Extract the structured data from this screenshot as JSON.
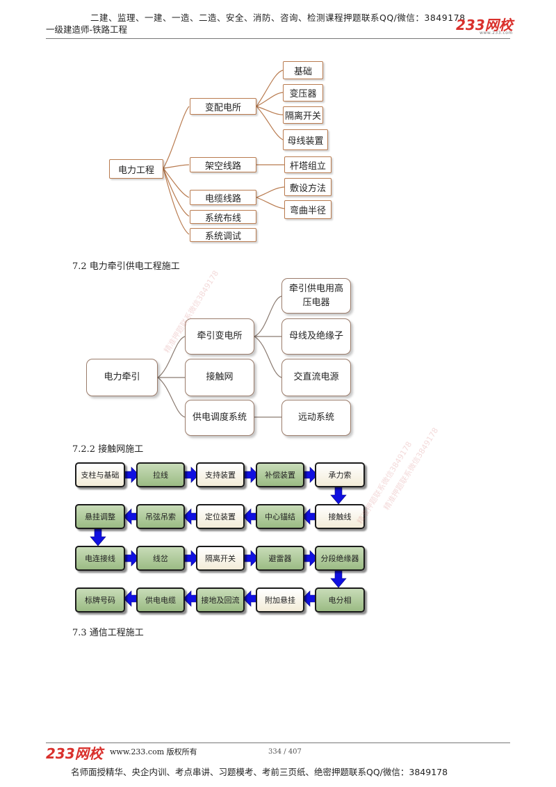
{
  "header": {
    "promo": "二建、监理、一建、一造、二造、安全、消防、咨询、检测课程押题联系QQ/微信：3849178",
    "subject": "一级建造师-铁路工程",
    "logo": "233网校",
    "logo_url": "www.233.com"
  },
  "diagram1": {
    "root": "电力工程",
    "branches": [
      "变配电所",
      "架空线路",
      "电缆线路",
      "系统布线",
      "系统调试"
    ],
    "leaves_substation": [
      "基础",
      "变压器",
      "隔离开关",
      "母线装置"
    ],
    "leaves_overhead": [
      "杆塔组立"
    ],
    "leaves_cable": [
      "敷设方法",
      "弯曲半径"
    ]
  },
  "section_72": "7.2 电力牵引供电工程施工",
  "diagram2": {
    "root": "电力牵引",
    "mid": [
      "牵引变电所",
      "接触网",
      "供电调度系统"
    ],
    "right": [
      "牵引供电用高压电器",
      "母线及绝缘子",
      "交直流电源",
      "远动系统"
    ]
  },
  "section_722": "7.2.2 接触网施工",
  "flow": {
    "row1": [
      "支柱与基础",
      "拉线",
      "支持装置",
      "补偿装置",
      "承力索"
    ],
    "row2": [
      "悬挂调整",
      "吊弦吊索",
      "定位装置",
      "中心锚结",
      "接触线"
    ],
    "row3": [
      "电连接线",
      "线岔",
      "隔离开关",
      "避雷器",
      "分段绝缘器"
    ],
    "row4": [
      "标牌号码",
      "供电电缆",
      "接地及回流",
      "附加悬挂",
      "电分相"
    ]
  },
  "section_73": "7.3 通信工程施工",
  "watermarks": [
    "精准押题联系微信3849178",
    "精准押题联系微信3849178",
    "精准押题联系微信3849178"
  ],
  "footer": {
    "logo": "233网校",
    "copyright": "www.233.com 版权所有",
    "page": "334 / 407",
    "promo": "名师面授精华、央企内训、考点串讲、习题模考、考前三页纸、绝密押题联系QQ/微信：3849178"
  },
  "colors": {
    "brand_red": "#d9302c",
    "connector_brown": "#b87a4e",
    "arrow_blue": "#1010e0",
    "box_green": "#9bbb84",
    "box_cream": "#f3ecd8"
  }
}
